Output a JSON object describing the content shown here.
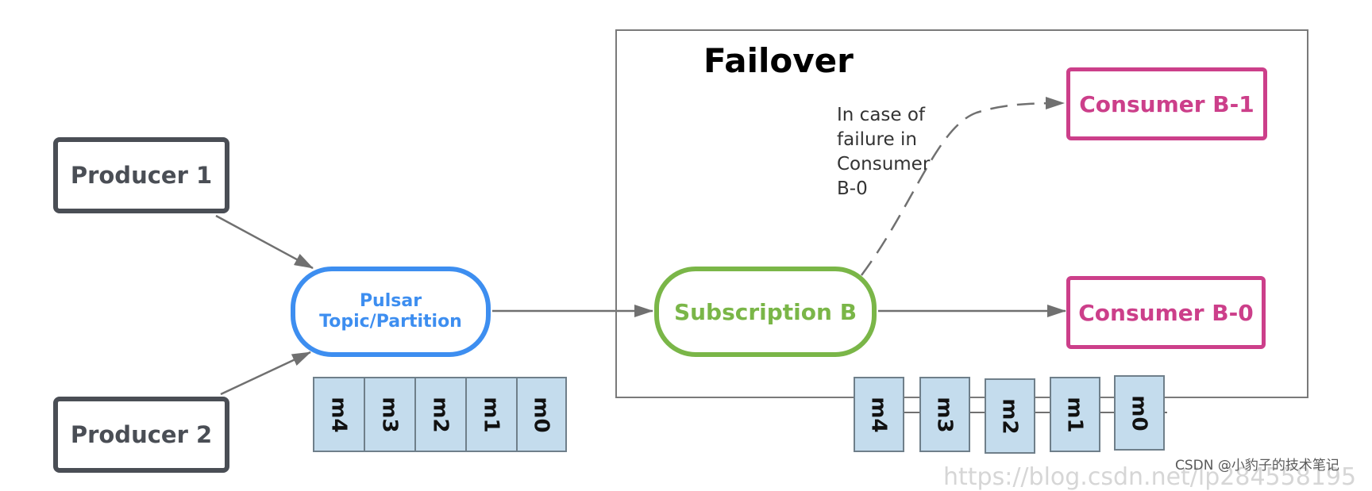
{
  "producers": [
    {
      "label": "Producer 1"
    },
    {
      "label": "Producer 2"
    }
  ],
  "topic": {
    "line1": "Pulsar",
    "line2": "Topic/Partition"
  },
  "failover": {
    "title": "Failover",
    "subscription": "Subscription B",
    "consumers": [
      {
        "label": "Consumer B-1"
      },
      {
        "label": "Consumer B-0"
      }
    ],
    "note_lines": [
      "In case of",
      "failure in",
      "Consumer",
      "B-0"
    ]
  },
  "topic_messages": [
    "m4",
    "m3",
    "m2",
    "m1",
    "m0"
  ],
  "subscription_messages": [
    "m4",
    "m3",
    "m2",
    "m1",
    "m0"
  ],
  "watermark": "CSDN @小豹子的技术笔记",
  "ghost_url": "https://blog.csdn.net/lp284558195",
  "colors": {
    "producer": "#4a4e55",
    "topic": "#3d8ef0",
    "subscription": "#7ab648",
    "consumer": "#cc3f8a",
    "message_fill": "#c4dced",
    "arrow": "#707070"
  }
}
